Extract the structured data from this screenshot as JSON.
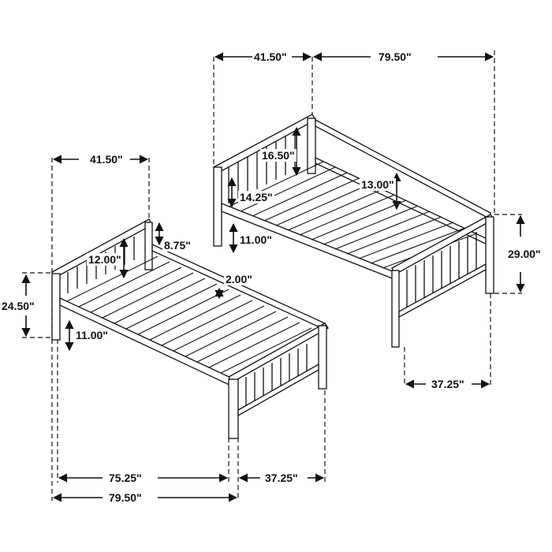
{
  "diagram": {
    "type": "furniture-dimension-drawing",
    "subject": "Bunk bed separated into two twin beds",
    "colors": {
      "line": "#111111",
      "background": "#ffffff"
    }
  },
  "top_bed": {
    "dimensions": {
      "width": "41.50\"",
      "length": "79.50\"",
      "headboard_height": "16.50\"",
      "headboard_to_rail": "14.25\"",
      "guard_rail_height": "13.00\"",
      "leg_clearance": "11.00\"",
      "footboard_height": "29.00\"",
      "footboard_width": "37.25\""
    }
  },
  "bottom_bed": {
    "dimensions": {
      "width": "41.50\"",
      "headboard_top_gap": "8.75\"",
      "headboard_panel": "12.00\"",
      "slat_rail_height": "2.00\"",
      "overall_height": "24.50\"",
      "leg_clearance": "11.00\"",
      "inner_length": "75.25\"",
      "footboard_width": "37.25\"",
      "overall_length": "79.50\""
    }
  }
}
